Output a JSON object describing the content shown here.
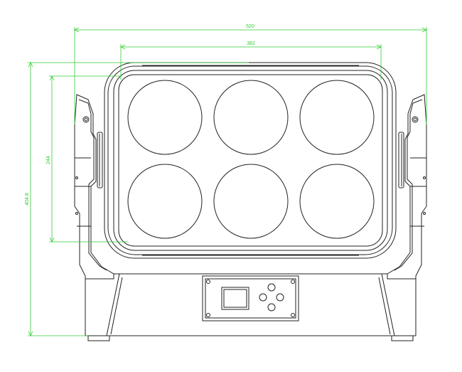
{
  "dimensions": {
    "overall_width": "520",
    "head_width": "382",
    "head_height": "244",
    "overall_height": "404.8"
  },
  "colors": {
    "outline": "#222222",
    "dimension": "#33cc33",
    "background": "#ffffff"
  },
  "fixture": {
    "lens_count": 6,
    "display_screen": "lcd-screen",
    "control_buttons": 4
  }
}
